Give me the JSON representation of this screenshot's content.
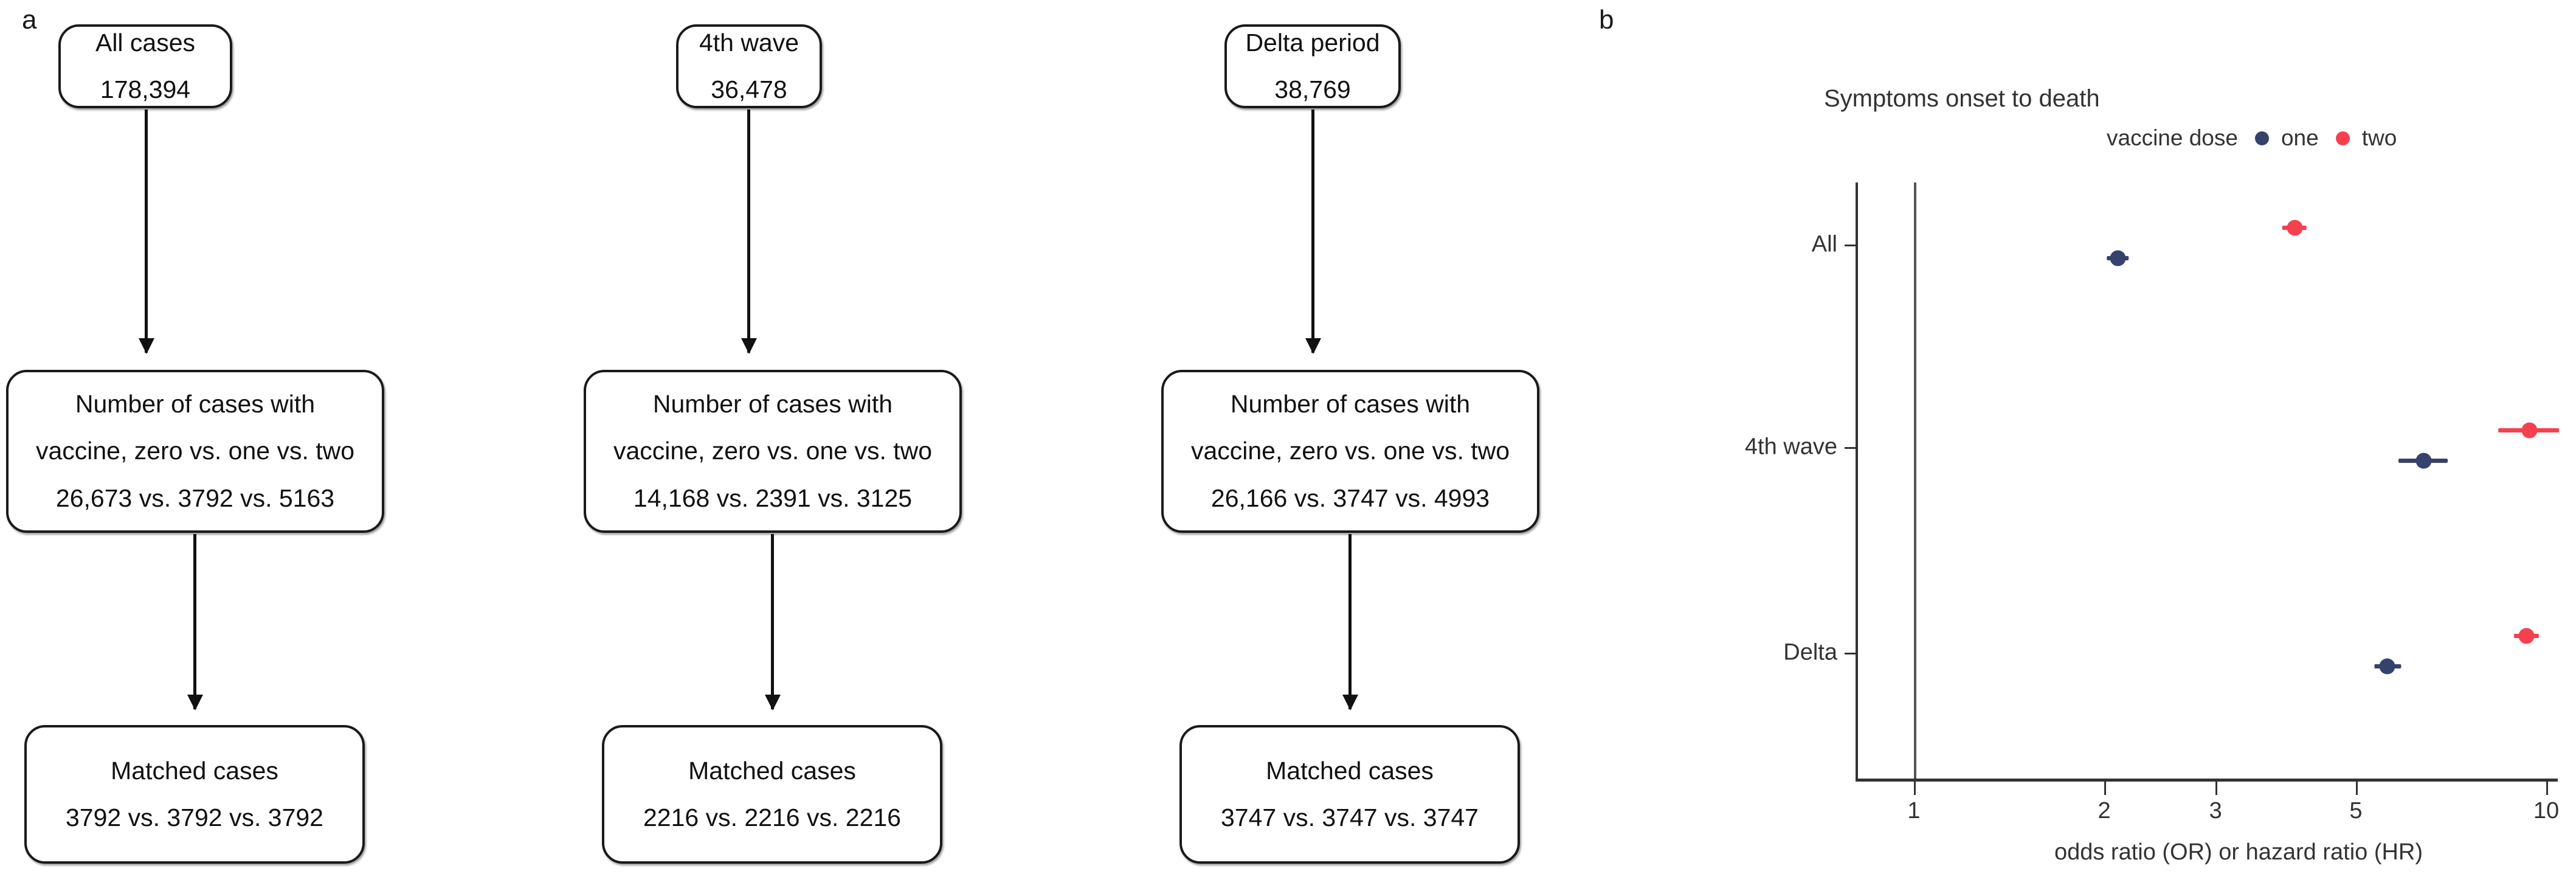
{
  "panels": {
    "a_letter": "a",
    "b_letter": "b"
  },
  "flowchart": {
    "columns": [
      {
        "id": "all",
        "top": {
          "title": "All cases",
          "value": "178,394"
        },
        "middle": {
          "line1": "Number of cases with",
          "line2": "vaccine, zero vs. one vs. two",
          "line3": "26,673 vs. 3792 vs. 5163"
        },
        "bottom": {
          "title": "Matched cases",
          "value": "3792 vs. 3792 vs. 3792"
        }
      },
      {
        "id": "fourth-wave",
        "top": {
          "title": "4th wave",
          "value": "36,478"
        },
        "middle": {
          "line1": "Number of cases with",
          "line2": "vaccine, zero vs. one vs. two",
          "line3": "14,168 vs. 2391 vs. 3125"
        },
        "bottom": {
          "title": "Matched cases",
          "value": "2216 vs. 2216 vs. 2216"
        }
      },
      {
        "id": "delta",
        "top": {
          "title": "Delta period",
          "value": "38,769"
        },
        "middle": {
          "line1": "Number of cases with",
          "line2": "vaccine, zero vs. one vs. two",
          "line3": "26,166 vs. 3747 vs. 4993"
        },
        "bottom": {
          "title": "Matched cases",
          "value": "3747 vs. 3747 vs. 3747"
        }
      }
    ]
  },
  "chart_data": {
    "type": "scatter",
    "title": "Symptoms onset to death",
    "xlabel": "odds ratio (OR) or hazard ratio (HR)",
    "ylabel": "",
    "xscale": "log",
    "xlim": [
      0.85,
      11.5
    ],
    "xticks": [
      1,
      2,
      3,
      5,
      10
    ],
    "xticklabels": [
      "1",
      "2",
      "3",
      "5",
      "10"
    ],
    "categories": [
      "All",
      "4th wave",
      "Delta"
    ],
    "grid": false,
    "reference_line": 1,
    "legend": {
      "title": "vaccine dose",
      "position": "top-right",
      "entries": [
        {
          "label": "one",
          "color": "#35426b"
        },
        {
          "label": "two",
          "color": "#f5404f"
        }
      ]
    },
    "series": [
      {
        "name": "one",
        "color": "#35426b",
        "points": [
          {
            "category": "All",
            "estimate": 2.1,
            "ci_low": 2.02,
            "ci_high": 2.19
          },
          {
            "category": "4th wave",
            "estimate": 6.4,
            "ci_low": 5.85,
            "ci_high": 7.0
          },
          {
            "category": "Delta",
            "estimate": 5.6,
            "ci_low": 5.35,
            "ci_high": 5.9
          }
        ]
      },
      {
        "name": "two",
        "color": "#f5404f",
        "points": [
          {
            "category": "All",
            "estimate": 4.0,
            "ci_low": 3.83,
            "ci_high": 4.18
          },
          {
            "category": "4th wave",
            "estimate": 9.4,
            "ci_low": 8.4,
            "ci_high": 10.5
          },
          {
            "category": "Delta",
            "estimate": 9.3,
            "ci_low": 8.9,
            "ci_high": 9.75
          }
        ]
      }
    ]
  }
}
